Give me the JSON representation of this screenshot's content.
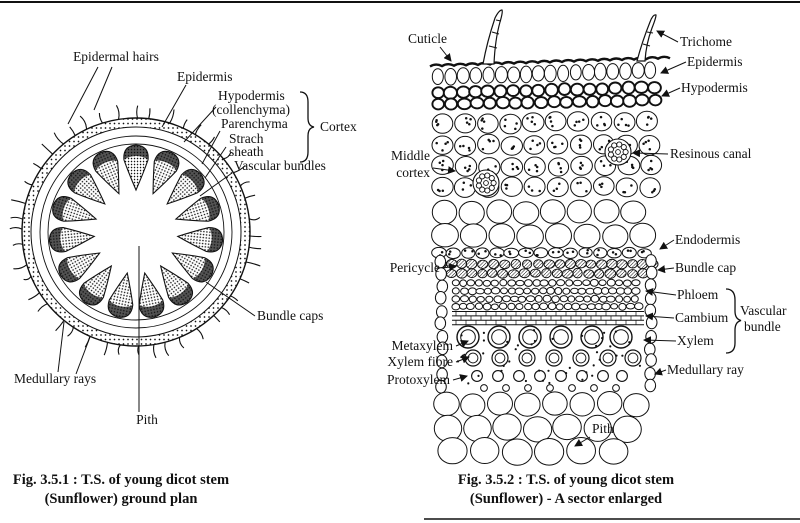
{
  "ink_color": "#111111",
  "paper_color": "#ffffff",
  "fig1": {
    "labels": {
      "epidermal_hairs": "Epidermal hairs",
      "epidermis": "Epidermis",
      "hypodermis": "Hypodermis",
      "collenchyma": "(collenchyma)",
      "parenchyma": "Parenchyma",
      "starch_1": "Strach",
      "starch_2": "sheath",
      "vascular_bundles": "Vascular bundles",
      "cortex": "Cortex",
      "bundle_caps": "Bundle caps",
      "medullary_rays": "Medullary rays",
      "pith": "Pith"
    },
    "caption_line1": "Fig. 3.5.1 :  T.S. of young dicot stem",
    "caption_line2": "(Sunflower) ground plan"
  },
  "fig2": {
    "labels": {
      "cuticle": "Cuticle",
      "trichome": "Trichome",
      "epidermis": "Epidermis",
      "hypodermis": "Hypodermis",
      "middle_cortex_1": "Middle",
      "middle_cortex_2": "cortex",
      "resinous_canal": "Resinous canal",
      "endodermis": "Endodermis",
      "pericycle": "Pericycle",
      "bundle_cap": "Bundle cap",
      "phloem": "Phloem",
      "cambium": "Cambium",
      "xylem": "Xylem",
      "vascular_bundle_1": "Vascular",
      "vascular_bundle_2": "bundle",
      "metaxylem": "Metaxylem",
      "xylem_fibre": "Xylem fibre",
      "protoxylem": "Protoxylem",
      "medullary_ray": "Medullary ray",
      "pith": "Pith"
    },
    "caption_line1": "Fig. 3.5.2 :  T.S. of young dicot stem",
    "caption_line2": "(Sunflower) - A sector enlarged"
  }
}
